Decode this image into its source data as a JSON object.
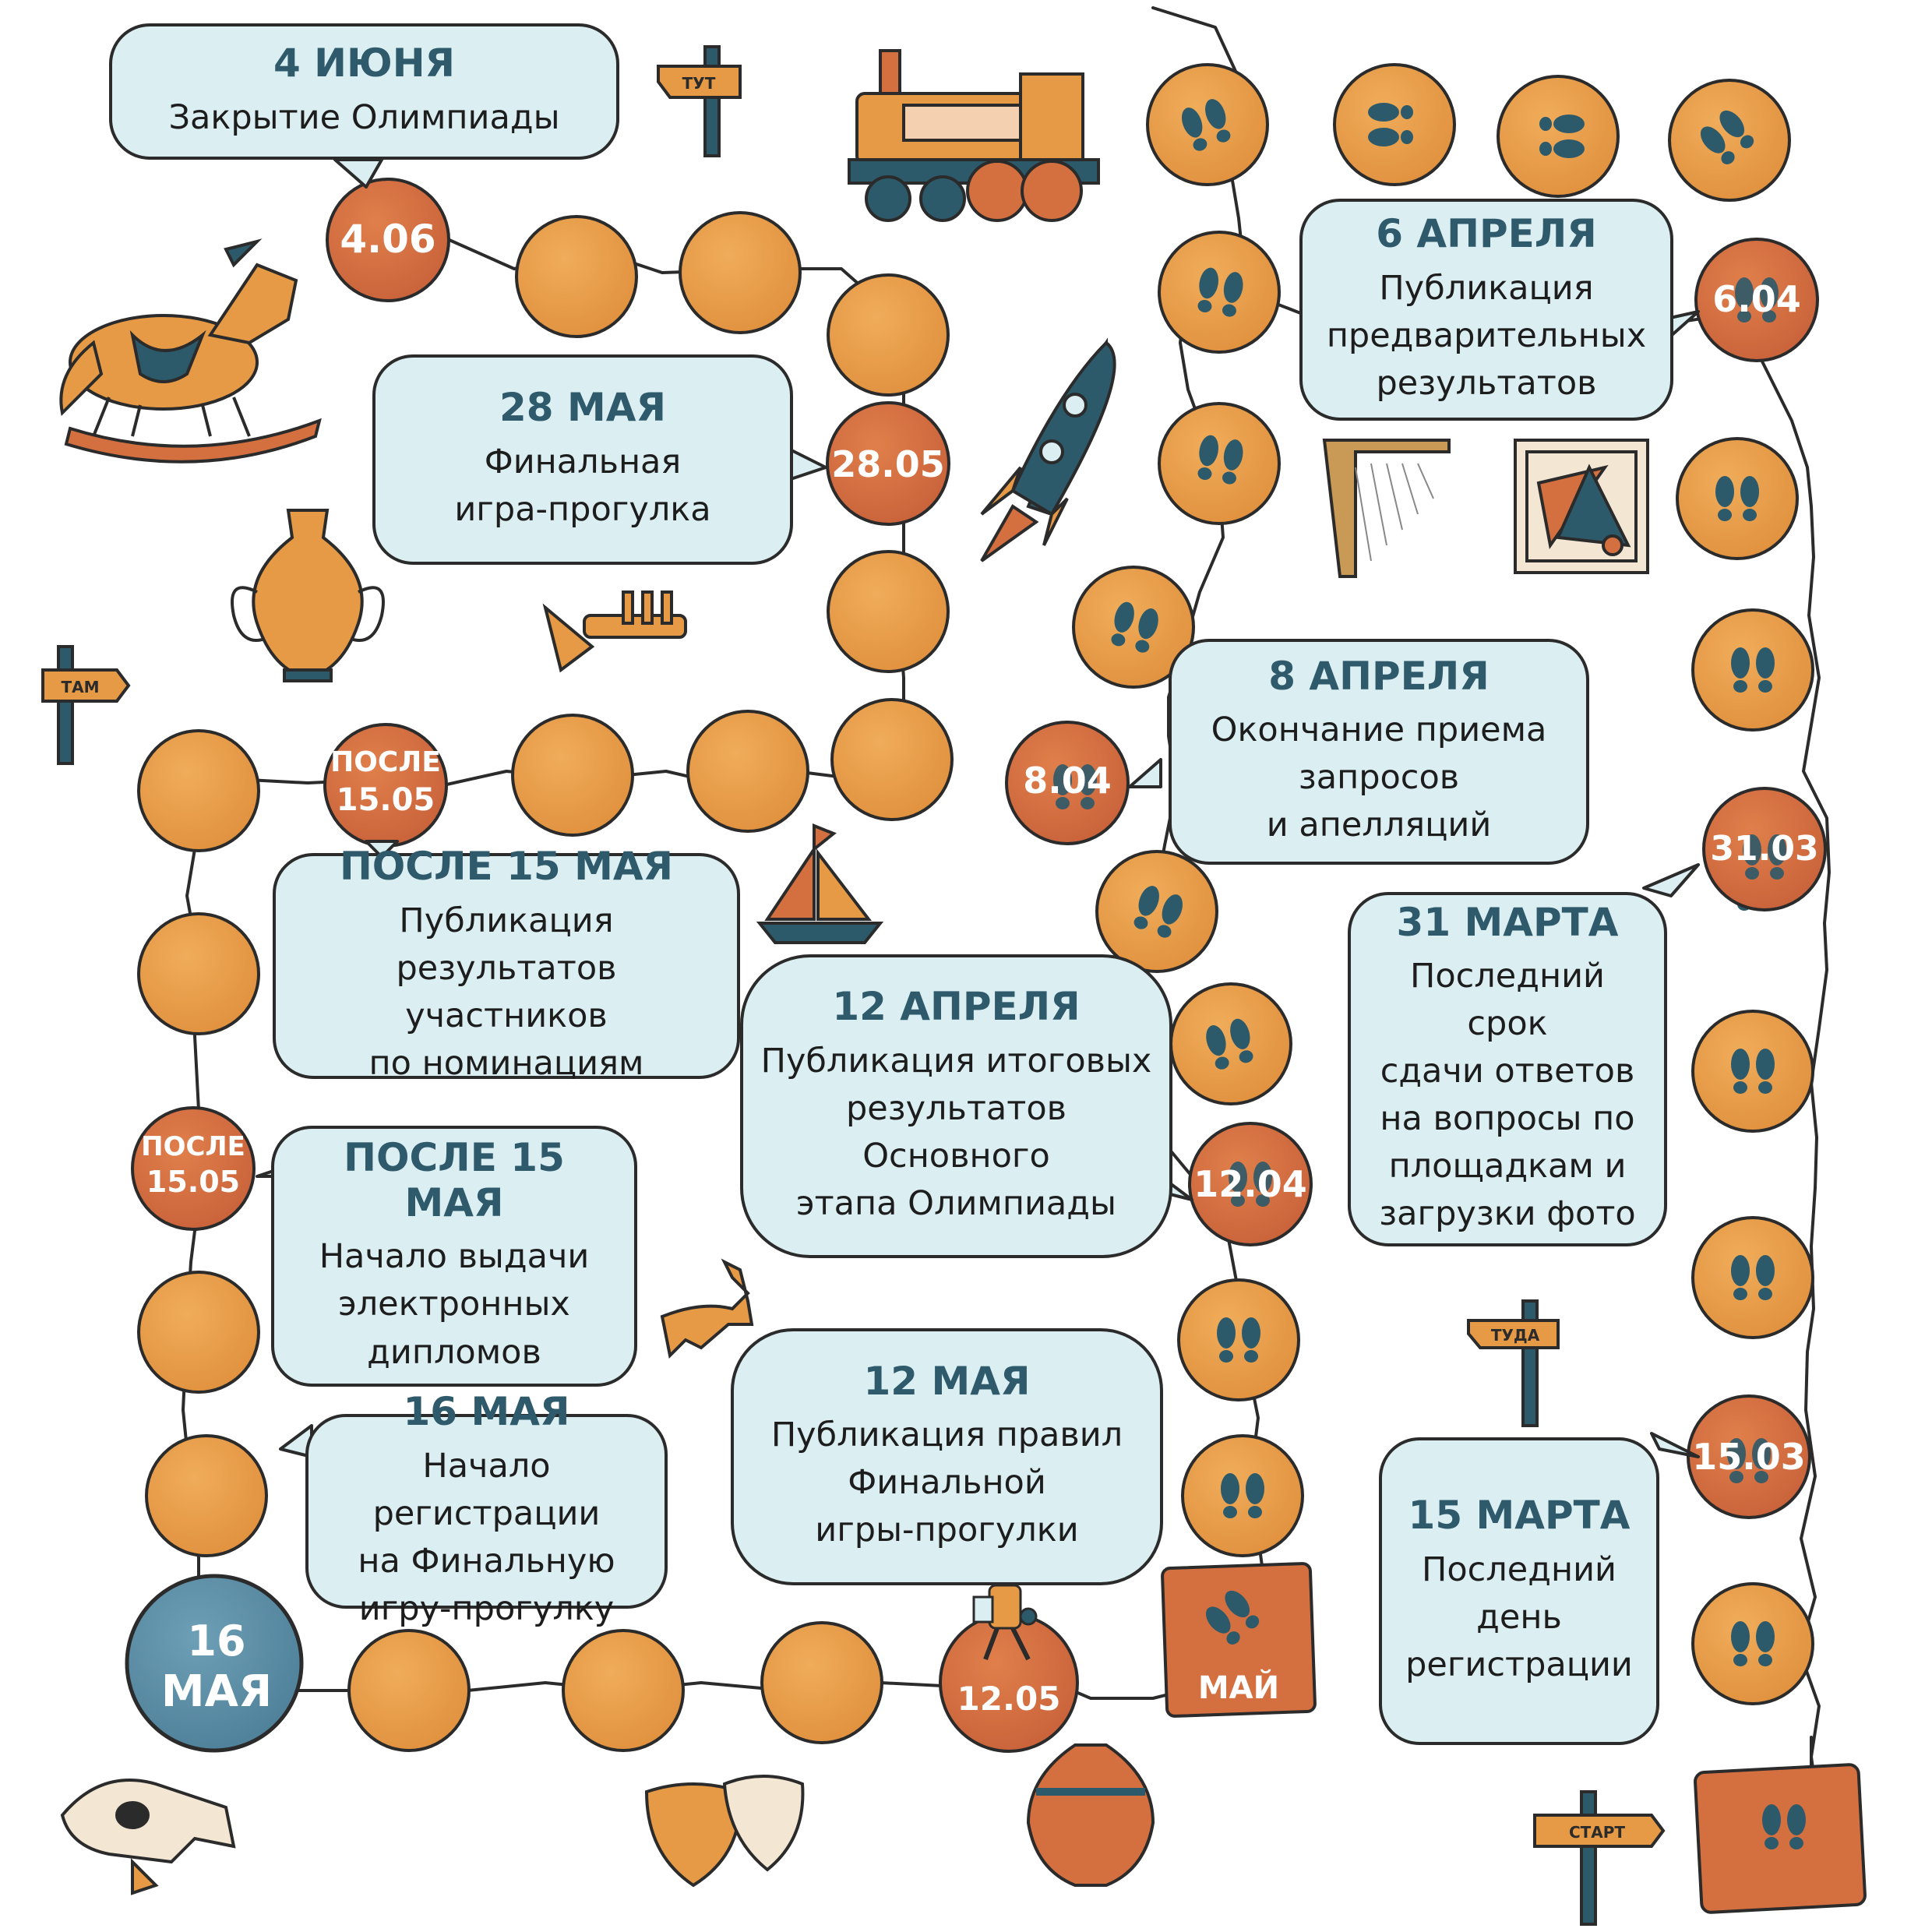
{
  "colors": {
    "node_plain": "#e69a45",
    "node_date": "#d4703f",
    "node_final": "#5c8ea6",
    "footprint": "#2c5a6a",
    "outline": "#2b2b2b",
    "bubble_bg": "#dbeef2",
    "bubble_title": "#2e5a6b",
    "square": "#d4703f"
  },
  "path_nodes": {
    "start_square": {
      "icon": "footprints-icon"
    },
    "may_square": {
      "label": "МАЙ",
      "icon": "footprints-icon"
    },
    "n_15_03": {
      "label": "15.03"
    },
    "n_31_03": {
      "label": "31.03"
    },
    "n_6_04": {
      "label": "6.04"
    },
    "n_8_04": {
      "label": "8.04"
    },
    "n_12_04": {
      "label": "12.04"
    },
    "n_12_05": {
      "label": "12.05"
    },
    "n_16_may": {
      "label_line1": "16",
      "label_line2": "МАЯ"
    },
    "n_after_left": {
      "label_line1": "ПОСЛЕ",
      "label_line2": "15.05"
    },
    "n_after_top": {
      "label_line1": "ПОСЛЕ",
      "label_line2": "15.05"
    },
    "n_28_05": {
      "label": "28.05"
    },
    "n_4_06": {
      "label": "4.06"
    }
  },
  "bubbles": {
    "b_4_june": {
      "title": "4 ИЮНЯ",
      "text": "Закрытие Олимпиады"
    },
    "b_28_may": {
      "title": "28 МАЯ",
      "text": "Финальная\nигра-прогулка"
    },
    "b_6_april": {
      "title": "6 АПРЕЛЯ",
      "text": "Публикация\nпредварительных\nрезультатов"
    },
    "b_8_april": {
      "title": "8 АПРЕЛЯ",
      "text": "Окончание приема\nзапросов\nи апелляций"
    },
    "b_31_march": {
      "title": "31 МАРТА",
      "text": "Последний срок\nсдачи ответов\nна вопросы по\nплощадкам и\nзагрузки фото"
    },
    "b_after_15_may_a": {
      "title": "ПОСЛЕ 15 МАЯ",
      "text": "Публикация результатов\nучастников\nпо номинациям"
    },
    "b_12_april": {
      "title": "12 АПРЕЛЯ",
      "text": "Публикация итоговых\nрезультатов Основного\nэтапа Олимпиады"
    },
    "b_after_15_may_b": {
      "title": "ПОСЛЕ 15 МАЯ",
      "text": "Начало выдачи\nэлектронных\nдипломов"
    },
    "b_16_may": {
      "title": "16 МАЯ",
      "text": "Начало регистрации\nна Финальную\nигру-прогулку"
    },
    "b_12_may": {
      "title": "12 МАЯ",
      "text": "Публикация правил\nФинальной\nигры-прогулки"
    },
    "b_15_march": {
      "title": "15 МАРТА",
      "text": "Последний\nдень\nрегистрации"
    }
  },
  "signs": {
    "tut": "ТУТ",
    "tam": "ТАМ",
    "tuda": "ТУДА",
    "start": "СТАРТ"
  },
  "decorations": [
    "steam-train-icon",
    "rocking-horse-icon",
    "rocket-icon",
    "vase-icon",
    "trumpet-icon",
    "harp-icon",
    "abstract-painting-icon",
    "sailboat-icon",
    "antelope-icon",
    "skull-icon",
    "theater-masks-icon",
    "jug-icon",
    "hiker-girl-icon"
  ]
}
